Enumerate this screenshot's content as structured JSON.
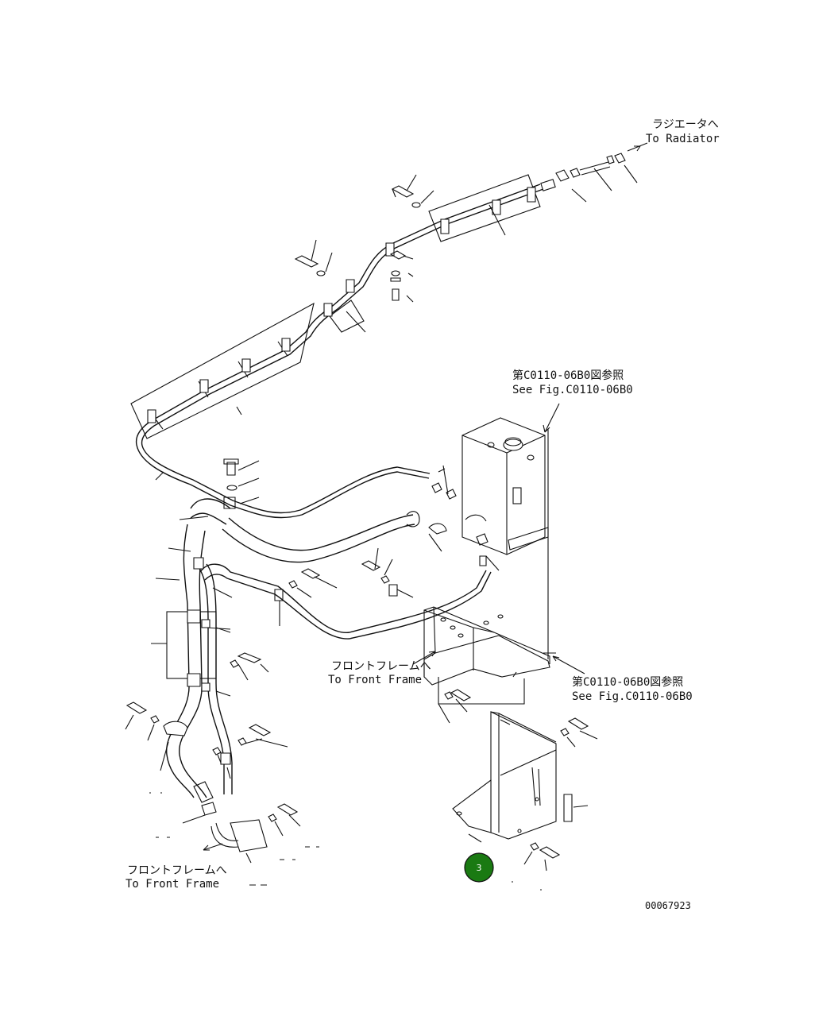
{
  "labels": {
    "radiator_jp": "ラジエータへ",
    "radiator_en": "To Radiator",
    "see_fig_top_jp": "第C0110-06B0図参照",
    "see_fig_top_en": "See Fig.C0110-06B0",
    "front_frame_mid_jp": "フロントフレームへ",
    "front_frame_mid_en": "To Front Frame",
    "see_fig_bottom_jp": "第C0110-06B0図参照",
    "see_fig_bottom_en": "See Fig.C0110-06B0",
    "front_frame_bottom_jp": "フロントフレームへ",
    "front_frame_bottom_en": "To Front Frame",
    "drawing_number": "00067923"
  },
  "callout": {
    "number": "3",
    "color": "#1a7a12"
  }
}
